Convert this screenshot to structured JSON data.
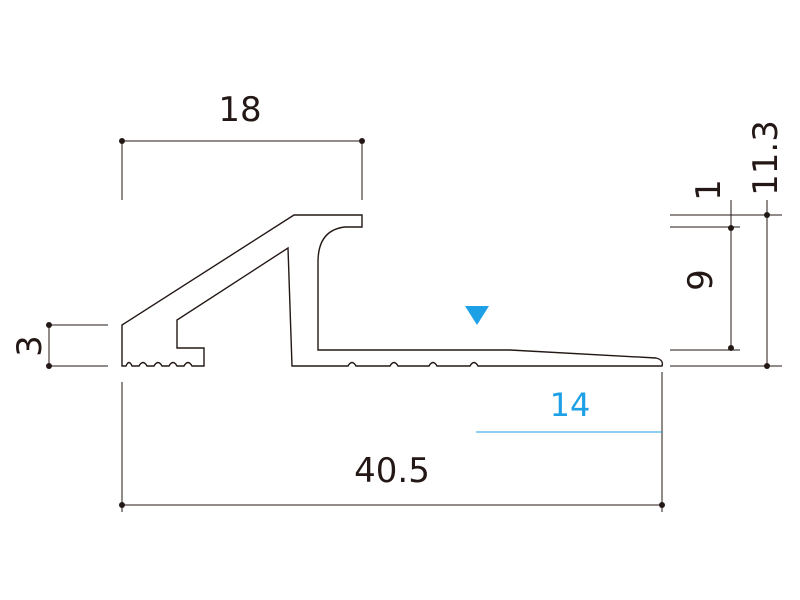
{
  "colors": {
    "ink": "#231815",
    "accent": "#1ea0e6"
  },
  "dimensions": {
    "top_width": "18",
    "left_height": "3",
    "overall_width": "40.5",
    "accent_width": "14",
    "right_small": "1",
    "right_mid": "9",
    "right_total": "11.3"
  },
  "marker": {
    "icon": "triangle-down-icon"
  }
}
